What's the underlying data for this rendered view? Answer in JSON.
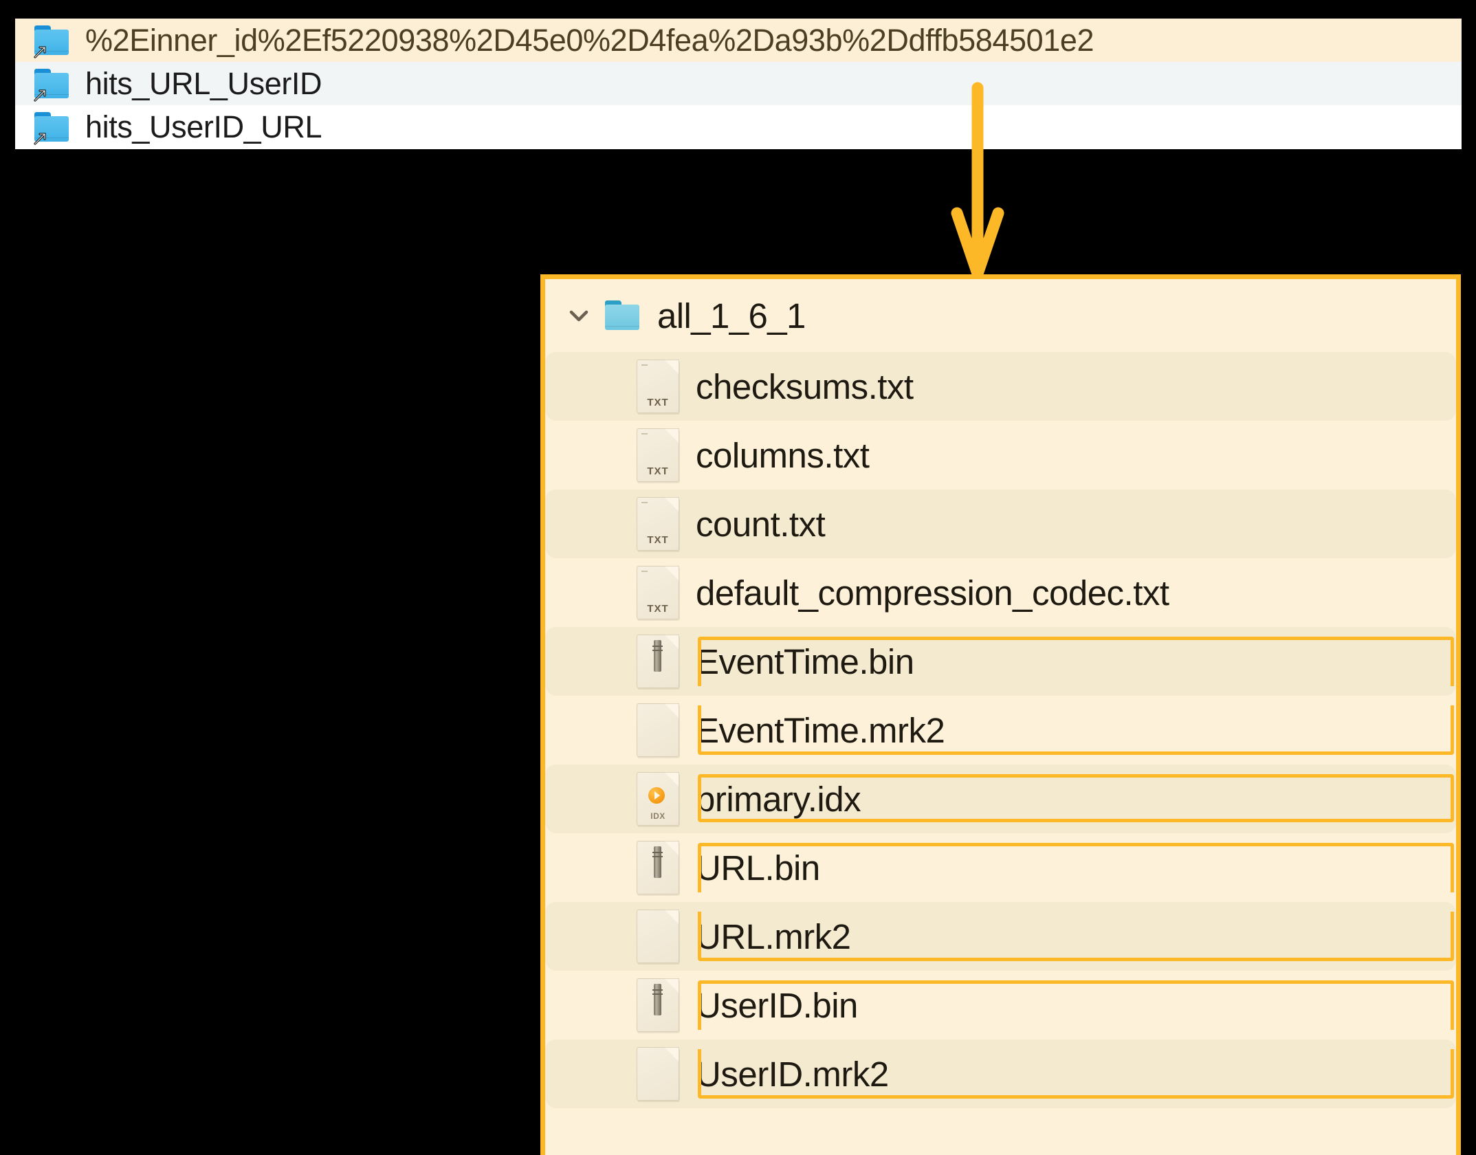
{
  "colors": {
    "accent": "#fdb827",
    "panel_bg": "#fdf1d9",
    "zebra": "#f4eacf",
    "selected_row": "#fcefd5",
    "alt_row": "#f2f5f5",
    "text": "#1e1a11",
    "folder_blue": "#4fbcec",
    "folder_cyan": "#7fcfe4"
  },
  "top_panel": {
    "rows": [
      {
        "label": "%2Einner_id%2Ef5220938%2D45e0%2D4fea%2Da93b%2Ddffb584501e2",
        "icon": "folder-symlink-icon",
        "state": "selected"
      },
      {
        "label": "hits_URL_UserID",
        "icon": "folder-symlink-icon",
        "state": "alt"
      },
      {
        "label": "hits_UserID_URL",
        "icon": "folder-symlink-icon",
        "state": "plain"
      }
    ]
  },
  "annotation": {
    "arrow": "down-arrow-annotation",
    "color": "#fdb827"
  },
  "tree_panel": {
    "header": {
      "label": "all_1_6_1",
      "expand_icon": "chevron-down-icon",
      "folder_icon": "folder-icon",
      "expanded": true
    },
    "files": [
      {
        "name": "checksums.txt",
        "icon": "txt-file-icon",
        "ext": "TXT",
        "zebra": true,
        "highlight": "none"
      },
      {
        "name": "columns.txt",
        "icon": "txt-file-icon",
        "ext": "TXT",
        "zebra": false,
        "highlight": "none"
      },
      {
        "name": "count.txt",
        "icon": "txt-file-icon",
        "ext": "TXT",
        "zebra": true,
        "highlight": "none"
      },
      {
        "name": "default_compression_codec.txt",
        "icon": "txt-file-icon",
        "ext": "TXT",
        "zebra": false,
        "highlight": "none"
      },
      {
        "name": "EventTime.bin",
        "icon": "binary-file-icon",
        "ext": "",
        "zebra": true,
        "highlight": "top"
      },
      {
        "name": "EventTime.mrk2",
        "icon": "blank-file-icon",
        "ext": "",
        "zebra": false,
        "highlight": "bottom"
      },
      {
        "name": "primary.idx",
        "icon": "idx-file-icon",
        "ext": "IDX",
        "zebra": true,
        "highlight": "solo"
      },
      {
        "name": "URL.bin",
        "icon": "binary-file-icon",
        "ext": "",
        "zebra": false,
        "highlight": "top"
      },
      {
        "name": "URL.mrk2",
        "icon": "blank-file-icon",
        "ext": "",
        "zebra": true,
        "highlight": "bottom"
      },
      {
        "name": "UserID.bin",
        "icon": "binary-file-icon",
        "ext": "",
        "zebra": false,
        "highlight": "top"
      },
      {
        "name": "UserID.mrk2",
        "icon": "blank-file-icon",
        "ext": "",
        "zebra": true,
        "highlight": "bottom"
      }
    ]
  }
}
